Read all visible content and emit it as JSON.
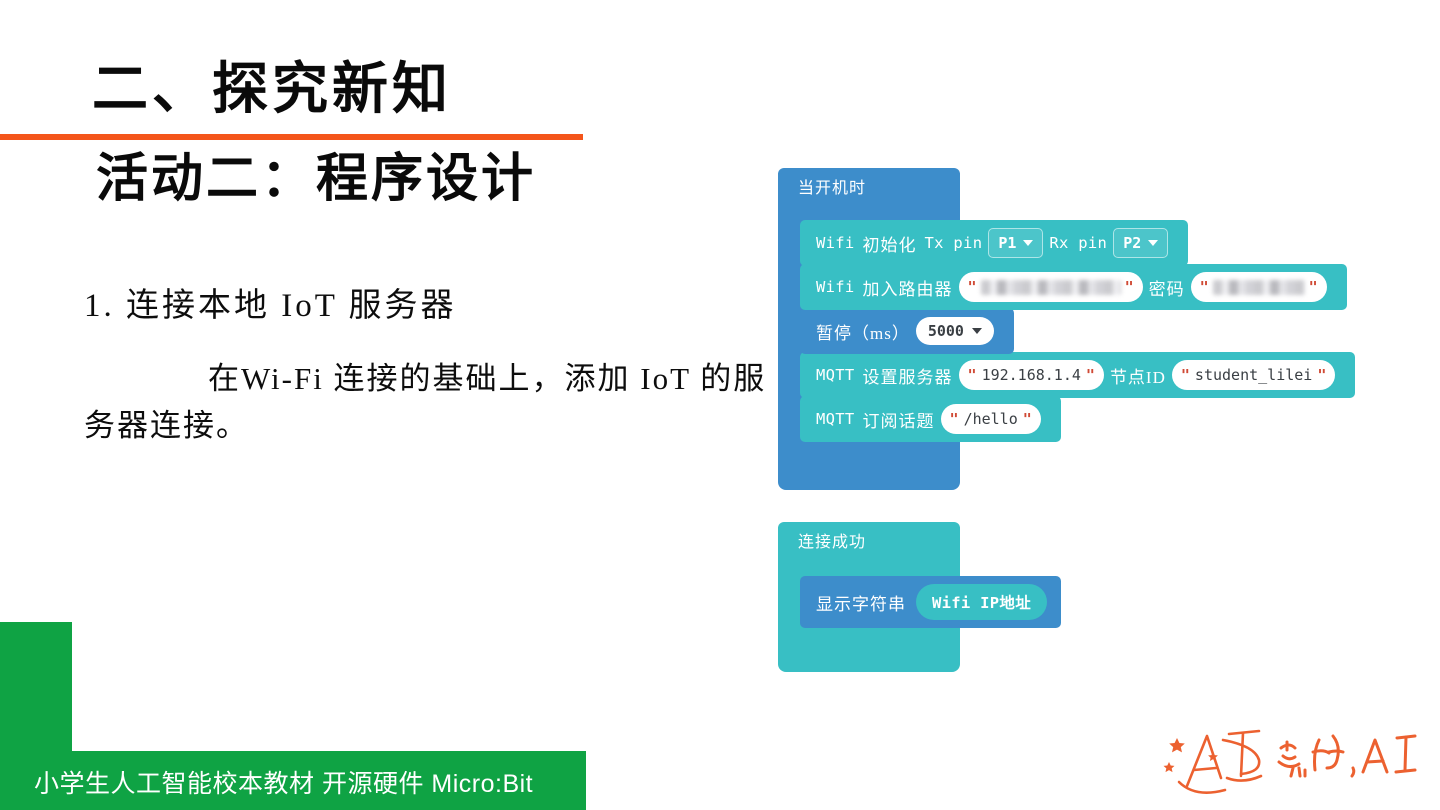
{
  "slide": {
    "title_main": "二、探究新知",
    "title_sub": "活动二：程序设计",
    "rule_color": "#F4551A"
  },
  "body": {
    "heading": "1. 连接本地 IoT 服务器",
    "paragraph": "在Wi-Fi 连接的基础上，添加 IoT 的服务器连接。"
  },
  "code": {
    "group1": {
      "hat_label": "当开机时",
      "hat_color": "#3D8DCB",
      "blocks": [
        {
          "kind": "teal",
          "name": "wifi-init",
          "prefix": "Wifi",
          "label": "初始化",
          "tx_label": "Tx pin",
          "tx_value": "P1",
          "rx_label": "Rx pin",
          "rx_value": "P2"
        },
        {
          "kind": "teal",
          "name": "wifi-join-router",
          "prefix": "Wifi",
          "label": "加入路由器",
          "ssid_value": "",
          "password_label": "密码",
          "password_value": ""
        },
        {
          "kind": "blue",
          "name": "pause",
          "label": "暂停（ms）",
          "value": "5000"
        },
        {
          "kind": "teal",
          "name": "mqtt-set-server",
          "prefix": "MQTT",
          "label": "设置服务器",
          "server_value": "192.168.1.4",
          "client_label": "节点ID",
          "client_value": "student_lilei"
        },
        {
          "kind": "teal",
          "name": "mqtt-subscribe",
          "prefix": "MQTT",
          "label": "订阅话题",
          "topic_value": "/hello"
        }
      ]
    },
    "group2": {
      "hat_label": "连接成功",
      "hat_color": "#38BFC4",
      "blocks": [
        {
          "kind": "blue",
          "name": "show-string",
          "label": "显示字符串",
          "reporter": "Wifi IP地址"
        }
      ]
    },
    "colors": {
      "teal": "#38BFC4",
      "blue": "#3D8DCB",
      "quote": "#D04A35"
    }
  },
  "footer": {
    "text": "小学生人工智能校本教材 开源硬件 Micro:Bit",
    "color": "#0FA344"
  },
  "logo": {
    "mark": "AI",
    "wordmark": "您好,AI",
    "color": "#EC6130"
  }
}
